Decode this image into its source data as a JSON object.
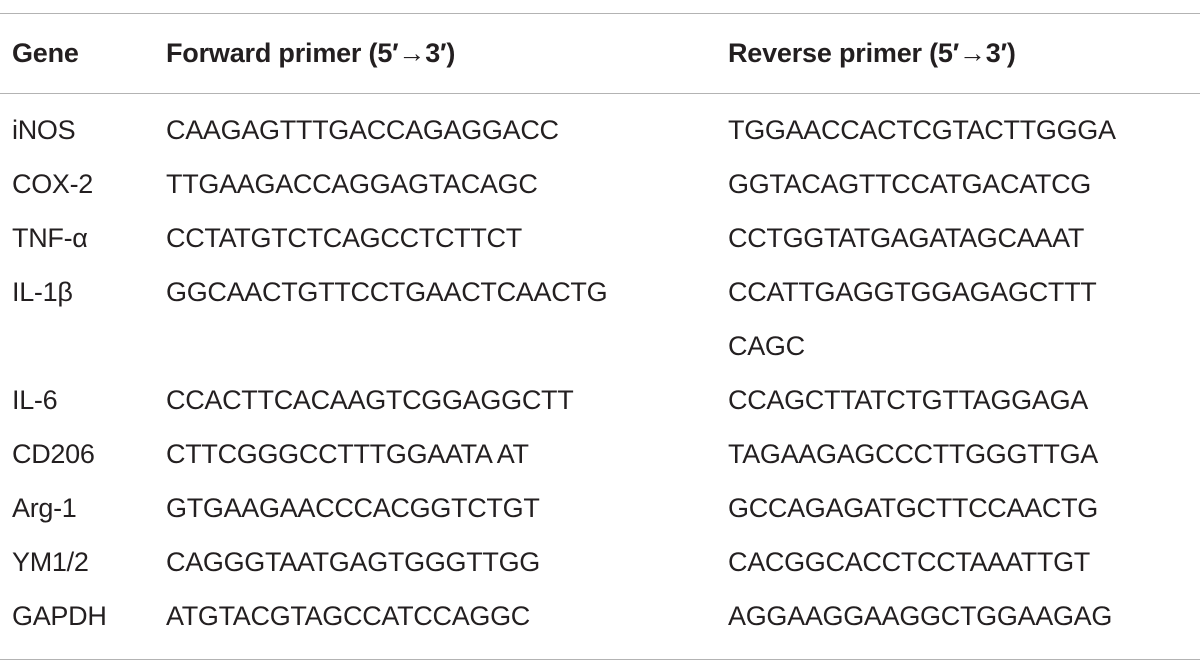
{
  "table": {
    "headers": {
      "gene": "Gene",
      "forward": "Forward primer (5′→3′)",
      "reverse": "Reverse primer (5′→3′)"
    },
    "rows": [
      {
        "gene": "iNOS",
        "forward": "CAAGAGTTTGACCAGAGGACC",
        "reverse": [
          "TGGAACCACTCGTACTTGGGA"
        ]
      },
      {
        "gene": "COX-2",
        "forward": "TTGAAGACCAGGAGTACAGC",
        "reverse": [
          "GGTACAGTTCCATGACATCG"
        ]
      },
      {
        "gene": "TNF-α",
        "forward": "CCTATGTCTCAGCCTCTTCT",
        "reverse": [
          "CCTGGTATGAGATAGCAAAT"
        ]
      },
      {
        "gene": "IL-1β",
        "forward": "GGCAACTGTTCCTGAACTCAACTG",
        "reverse": [
          "CCATTGAGGTGGAGAGCTTT",
          "CAGC"
        ]
      },
      {
        "gene": "IL-6",
        "forward": "CCACTTCACAAGTCGGAGGCTT",
        "reverse": [
          "CCAGCTTATCTGTTAGGAGA"
        ]
      },
      {
        "gene": "CD206",
        "forward": "CTTCGGGCCTTTGGAATA AT",
        "reverse": [
          "TAGAAGAGCCCTTGGGTTGA"
        ]
      },
      {
        "gene": "Arg-1",
        "forward": "GTGAAGAACCCACGGTCTGT",
        "reverse": [
          "GCCAGAGATGCTTCCAACTG"
        ]
      },
      {
        "gene": "YM1/2",
        "forward": "CAGGGTAATGAGTGGGTTGG",
        "reverse": [
          "CACGGCACCTCCTAAATTGT"
        ]
      },
      {
        "gene": "GAPDH",
        "forward": "ATGTACGTAGCCATCCAGGC",
        "reverse": [
          "AGGAAGGAAGGCTGGAAGAG"
        ]
      }
    ]
  }
}
